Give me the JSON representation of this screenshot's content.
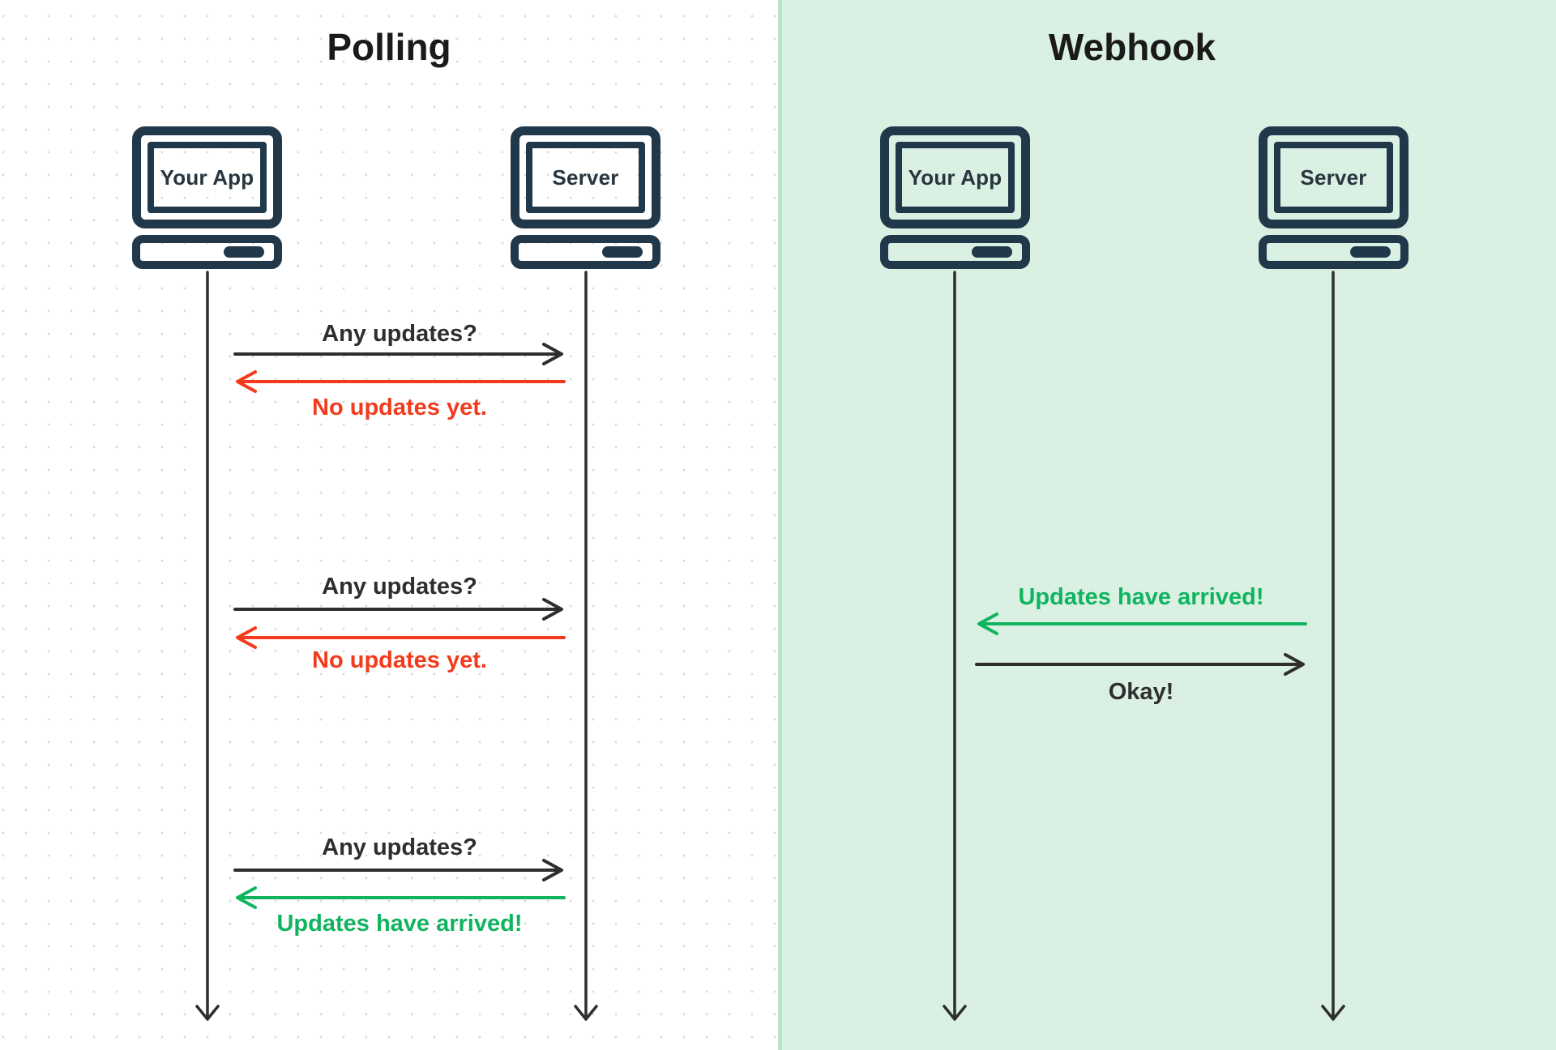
{
  "colors": {
    "panel_left_background": "#ffffff",
    "panel_right_background": "#d9f0e3",
    "panel_divider": "#b5e3cb",
    "dot_grid": "#d9d9d9",
    "device_outline": "#20384a",
    "arrow_dark": "#2e2e2e",
    "arrow_red": "#f23a1c",
    "arrow_green": "#10b45f",
    "title_text": "#1a1a1a"
  },
  "panels": [
    {
      "title": "Polling",
      "actors": [
        {
          "label": "Your App"
        },
        {
          "label": "Server"
        }
      ],
      "exchanges": [
        {
          "request": "Any updates?",
          "response": "No updates yet.",
          "response_status": "negative"
        },
        {
          "request": "Any updates?",
          "response": "No updates yet.",
          "response_status": "negative"
        },
        {
          "request": "Any updates?",
          "response": "Updates have arrived!",
          "response_status": "positive"
        }
      ]
    },
    {
      "title": "Webhook",
      "actors": [
        {
          "label": "Your App"
        },
        {
          "label": "Server"
        }
      ],
      "exchanges": [
        {
          "notification": "Updates have arrived!",
          "acknowledgement": "Okay!"
        }
      ]
    }
  ]
}
